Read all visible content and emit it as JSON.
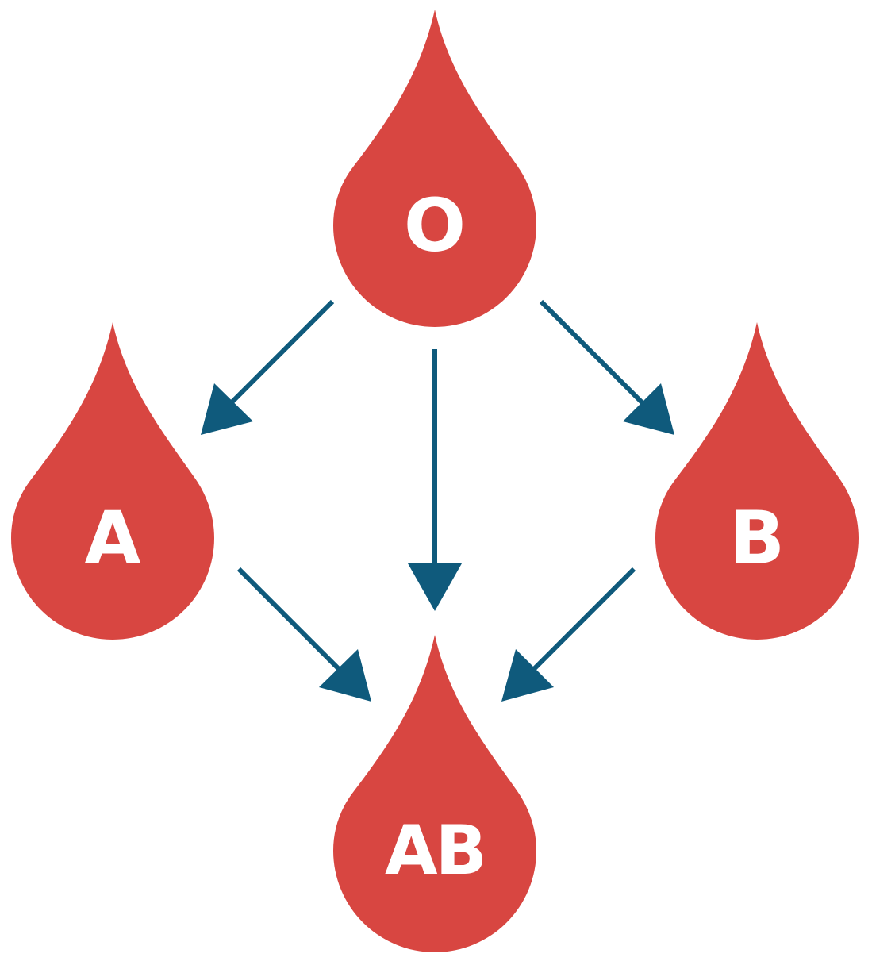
{
  "colors": {
    "drop": "#d84641",
    "arrow": "#0f5a7c",
    "label": "#ffffff",
    "background": "#ffffff"
  },
  "nodes": [
    {
      "id": "O",
      "label": "O"
    },
    {
      "id": "A",
      "label": "A"
    },
    {
      "id": "B",
      "label": "B"
    },
    {
      "id": "AB",
      "label": "AB"
    }
  ],
  "edges": [
    {
      "from": "O",
      "to": "A"
    },
    {
      "from": "O",
      "to": "AB"
    },
    {
      "from": "O",
      "to": "B"
    },
    {
      "from": "A",
      "to": "AB"
    },
    {
      "from": "B",
      "to": "AB"
    }
  ]
}
